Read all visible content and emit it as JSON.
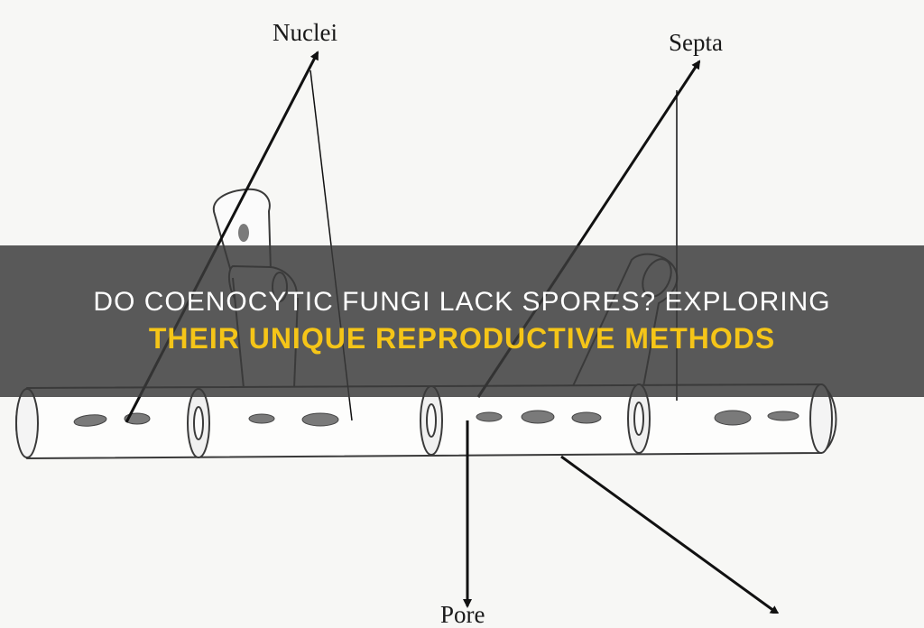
{
  "labels": {
    "nuclei": "Nuclei",
    "septa": "Septa",
    "pore": "Pore"
  },
  "banner": {
    "line1": "Do coenocytic fungi lack spores? Exploring",
    "line2": "their unique reproductive methods"
  },
  "colors": {
    "banner_bg": "#3a3a3a",
    "line1_text": "#ffffff",
    "line2_text": "#f5c518",
    "ink": "#1a1a1a",
    "nucleus_fill": "#777777"
  }
}
